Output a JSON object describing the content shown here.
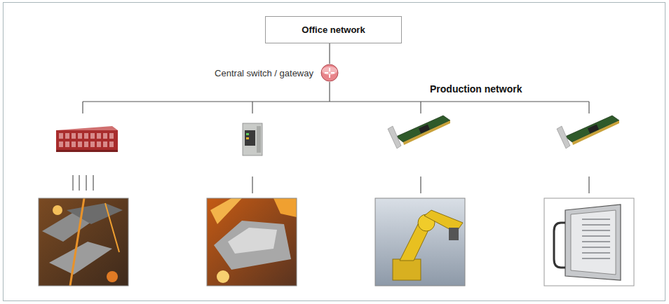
{
  "diagram": {
    "nodes": [
      {
        "text": [
          "Office network"
        ]
      },
      {
        "text": [
          "Central switch / gateway"
        ]
      }
    ],
    "edges": [
      {
        "from": 0,
        "to": 1,
        "arrow": "none"
      }
    ],
    "labels": [
      "Production network"
    ]
  }
}
